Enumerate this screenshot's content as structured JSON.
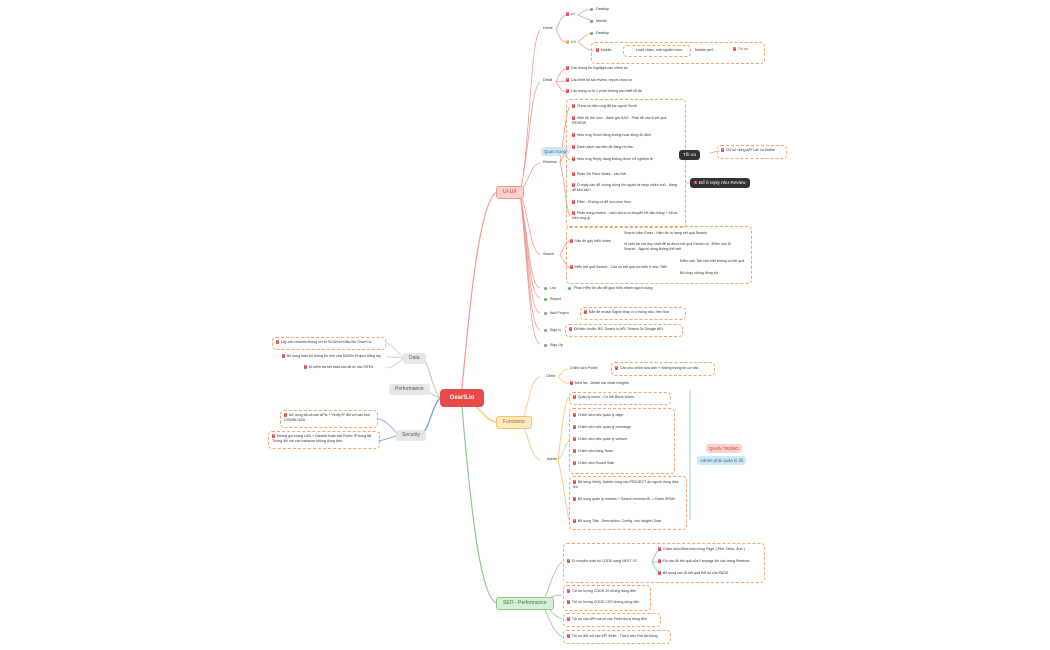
{
  "root": "GearS.io",
  "branches": {
    "uiux": "UI-UX",
    "functions": "Functions",
    "seo": "SEO - Performance",
    "data": "Data",
    "performance": "Performance",
    "security": "Security"
  },
  "uiux": {
    "home": "Home",
    "ui": "UI",
    "ui_desktop": "Desktop",
    "ui_mobile": "Mobile",
    "ux": "UX",
    "ux_desktop": "Desktop",
    "ux_mobile": "Mobile",
    "ux_mobile_note": "Load chậm, mất nghiệm kém",
    "ux_mobile_perf": "Mobile perf",
    "ux_mobile_opt": "Tối ưu",
    "detail": "Detail",
    "detail_items": [
      "Các thông tin highlight cần chỉnh lại",
      "Các thiết kế sai review, report chưa có",
      "Các trang có bị 1 phần không cần thiết lỗi đề"
    ],
    "reviews": "Reviews",
    "quan_trong": "Quan trọng",
    "reviews_items": [
      "Chưa có hiệu ứng đã lọc người Scroll",
      "Hiện thị thẻ mục - đánh giá SAO - Phải để vào 8 kết quả REVIEW",
      "Hiệu ứng Scroll đang không hoạt động ổn định",
      "Danh sách các tiêu đề đang rối dầu",
      "Hiệu ứng Reply đang không được hỗ nghiệm tệ",
      "Phần Sơ Pace Notes - cầu thả",
      "Ô reply cần để xuống dòng khi người ta reply nhiều chữ , đang để kéo dài !",
      "Filter - Không có để lựa chọn theo",
      "Phân trang review - cách chưa có chuyển tới đầu trang + tốt và hiệu ứng gì"
    ],
    "toi_uu": "Tối ưu",
    "toi_uu_note": "Chỉ sử dụng API Lấn và Dialbe",
    "reply_review": "Để ô reply như Review",
    "search": "Search",
    "search_a": "Vấn đề gây hiểu nhầm",
    "search_a1": "Search bằm Enter - Hiện đề ra trang kết quả Search",
    "search_a2": "Vì hiện tại nút duy nhất để ra được kết quả Search là - Điểm vào lỗ Search - Người dùng không thể biết",
    "search_b": "Hiển kết quả Search - Cần có kết quả lọc hiểu 5 mục TAB",
    "search_b1": "Điểm vào Tab mới biết không có kết quả",
    "search_b2": "Bỏ chạy không đồng bộ",
    "list": "List",
    "list_note": "Phần Hiển thị vẫn để giao hiểu nhầm người dùng",
    "report": "Report",
    "add_project": "Add Project",
    "add_project_note": "Bắn đề modal Signin thay vì 4 thông báo, hiện thoi",
    "signin": "Sign In",
    "signin_note": "Đã tiến chuẩn: Bổ, Gearls.io API, Search 2x Google API",
    "signup": "Sign Up"
  },
  "functions": {
    "client": "Client",
    "client_profile": "Chỉnh sửa Profile",
    "client_profile_note": "Cần cho chỉnh sửa ảnh + những thông tin cơ bản",
    "client_insights": "New list - Detail các chart Insights",
    "admin": "Admin",
    "admin_items": [
      "Quản lý users - Có thể Block Users",
      "Chỉnh sửa việc quản lý dapp",
      "Chỉnh sửa việc quản lý exchange",
      "Chỉnh sửa việc quản lý venture",
      "Chỉnh sửa bảng Team",
      "Chỉnh sửa Round Sale",
      "Bổ sung Verify, Dalete cùng các PROJECT do người dùng đưa lên",
      "Bổ sung quản lý reviews + Search reviews lỗi -> Đánh SPAM",
      "Bổ sung Title , Description, Config, cho Insight Chart"
    ],
    "quan_trong": "QUAN TRỌNG",
    "admin_note": "Admin phải quản lý tốt"
  },
  "seo": {
    "migrate": "Di chuyển toàn bộ CODE sang NEXT JS",
    "migrate_items": [
      "Chỉnh sửa Meta theo từng Page, (Title, Desc, Ảnh )",
      "Fix các lỗi kết quả của Fanpage khi các trang Reviews",
      "Bổ sung các lỗi kết quả thể số của PAGE"
    ],
    "items": [
      "Tối ưu lượng CODE JS không dùng đến",
      "Tối ưu lượng CODE CSS không dùng đến",
      "Tối ưu các API mà có các Field chưa dùng đến",
      "Tối ưu đối với các API Write - Trách việc Full tải thống"
    ]
  },
  "data": {
    "items": [
      "Lấy các reviews không rời từ SCAM tới đầu lên GearS.io",
      "Bổ sung toàn bộ thông tin mới của 5000% Project bằng tay",
      "Di kiểm tra kết data cân lất từ các SITEs"
    ]
  },
  "security": {
    "items": [
      "Sử dụng tất cả các APIs + Verify IP đối với các tool DOWNLOAD",
      "Không gọi mạng LAN + Disable hoặc bật Public IP trong tất Thống đối với các Instance không dùng đến"
    ]
  },
  "colors": {
    "root": "#e84a4a",
    "uiux": "#f29a93",
    "functions": "#f6c36b",
    "seo": "#8dc98c",
    "data": "#c9c9c9",
    "security": "#6f9bd3"
  }
}
